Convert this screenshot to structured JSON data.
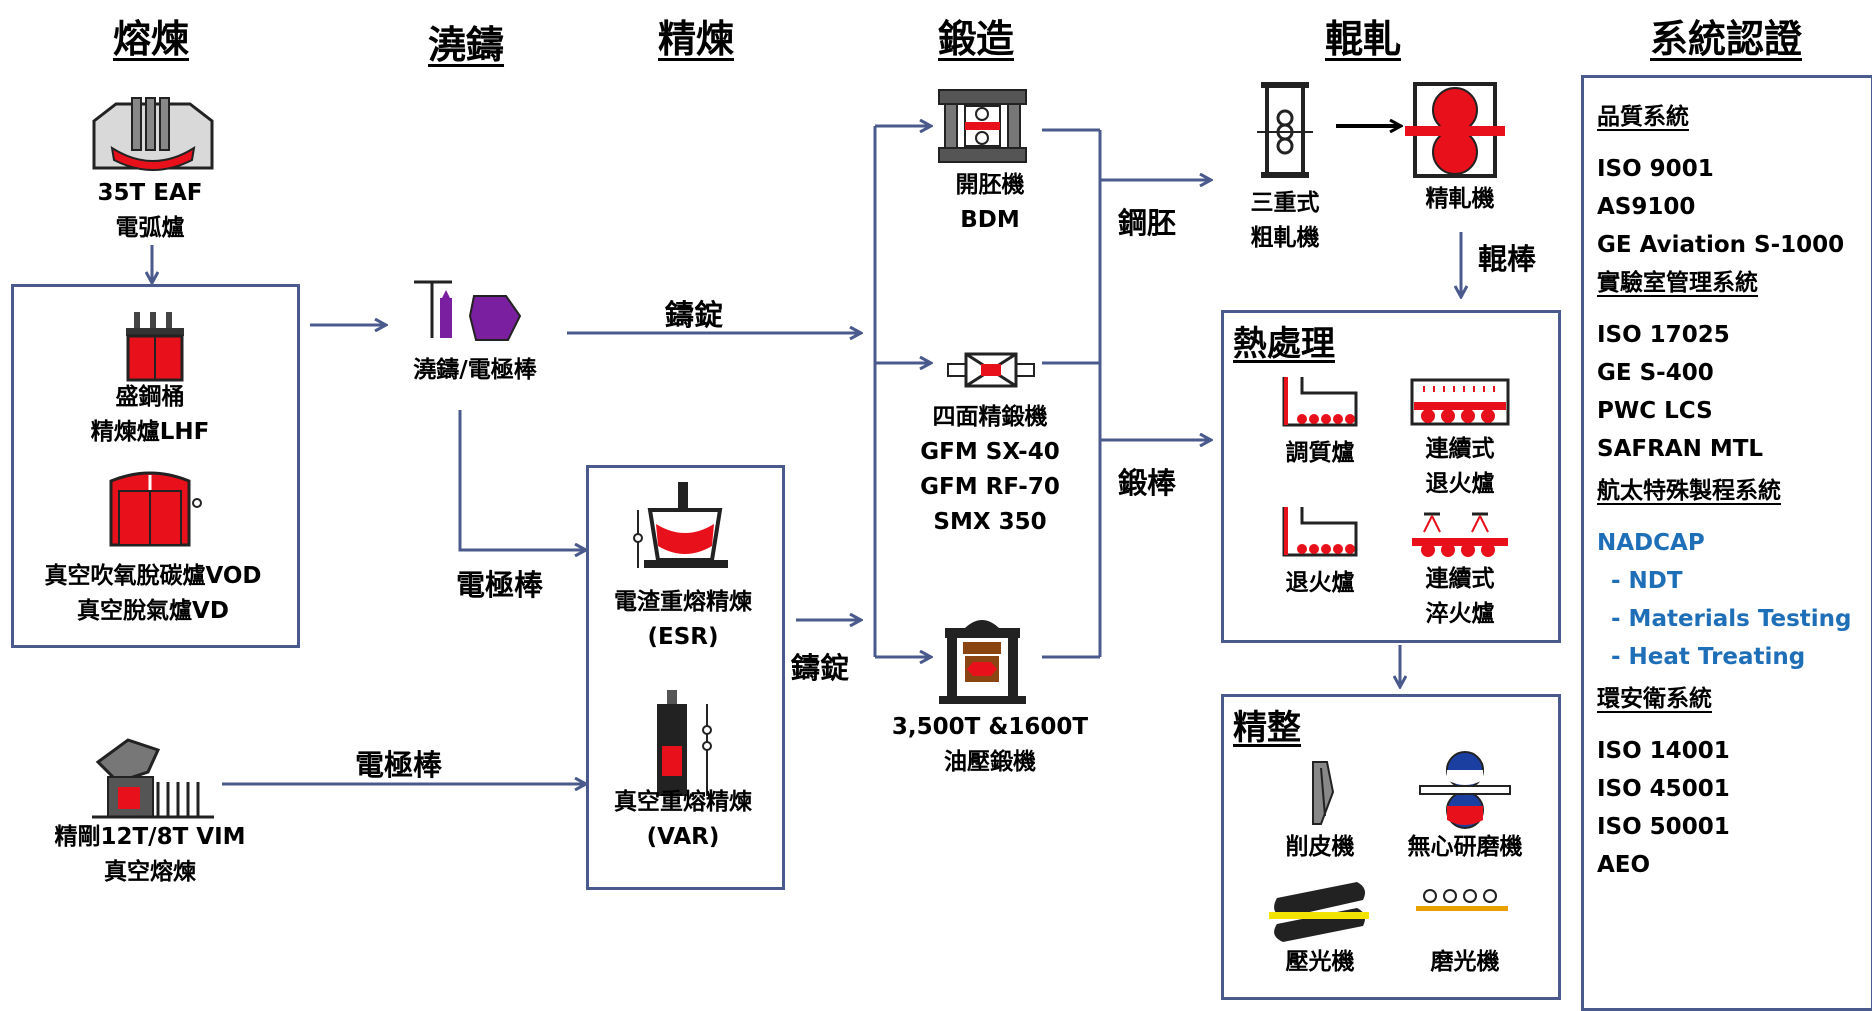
{
  "headers": {
    "melting": "熔煉",
    "casting": "澆鑄",
    "refining": "精煉",
    "forging": "鍛造",
    "rolling": "輥軋",
    "certification": "系統認證"
  },
  "melting": {
    "eaf_line1": "35T EAF",
    "eaf_line2": "電弧爐",
    "ladle_line1": "盛鋼桶",
    "ladle_line2": "精煉爐LHF",
    "vod_line1": "真空吹氧脫碳爐VOD",
    "vod_line2": "真空脫氣爐VD",
    "vim_line1": "精剛12T/8T VIM",
    "vim_line2": "真空熔煉"
  },
  "casting": {
    "label": "澆鑄/電極棒"
  },
  "refining": {
    "esr_line1": "電渣重熔精煉",
    "esr_line2": "(ESR)",
    "var_line1": "真空重熔精煉",
    "var_line2": "(VAR)"
  },
  "arrows": {
    "ingot_top": "鑄錠",
    "ingot_bottom": "鑄錠",
    "electrode_mid": "電極棒",
    "electrode_bottom": "電極棒",
    "billet": "鋼胚",
    "forged_bar": "鍛棒",
    "rolled_bar": "輥棒"
  },
  "forging": {
    "bdm_line1": "開胚機",
    "bdm_line2": "BDM",
    "gfm_line1": "四面精鍛機",
    "gfm_line2": "GFM SX-40",
    "gfm_line3": "GFM RF-70",
    "gfm_line4": "SMX 350",
    "press_line1": "3,500T &1600T",
    "press_line2": "油壓鍛機"
  },
  "rolling": {
    "rough_line1": "三重式",
    "rough_line2": "粗軋機",
    "finish": "精軋機"
  },
  "heat_treatment": {
    "title": "熱處理",
    "qt": "調質爐",
    "cont_anneal_line1": "連續式",
    "cont_anneal_line2": "退火爐",
    "anneal": "退火爐",
    "cont_quench_line1": "連續式",
    "cont_quench_line2": "淬火爐"
  },
  "finishing": {
    "title": "精整",
    "peeling": "削皮機",
    "centerless": "無心研磨機",
    "straightening": "壓光機",
    "polishing": "磨光機"
  },
  "certifications": {
    "quality_title": "品質系統",
    "quality_items": [
      "ISO 9001",
      "AS9100",
      "GE Aviation S-1000"
    ],
    "lab_title": "實驗室管理系統",
    "lab_items": [
      "ISO 17025",
      "GE S-400",
      "PWC LCS",
      "SAFRAN MTL"
    ],
    "aero_title": "航太特殊製程系統",
    "aero_items": [
      "NADCAP",
      "- NDT",
      "- Materials Testing",
      "- Heat Treating"
    ],
    "ehs_title": "環安衛系統",
    "ehs_items": [
      "ISO 14001",
      "ISO 45001",
      "ISO 50001",
      "AEO"
    ]
  },
  "colors": {
    "line": "#4a5a8c",
    "accent_red": "#e8101a",
    "accent_purple": "#7a1fa0",
    "blue_text": "#1f6fb8"
  }
}
